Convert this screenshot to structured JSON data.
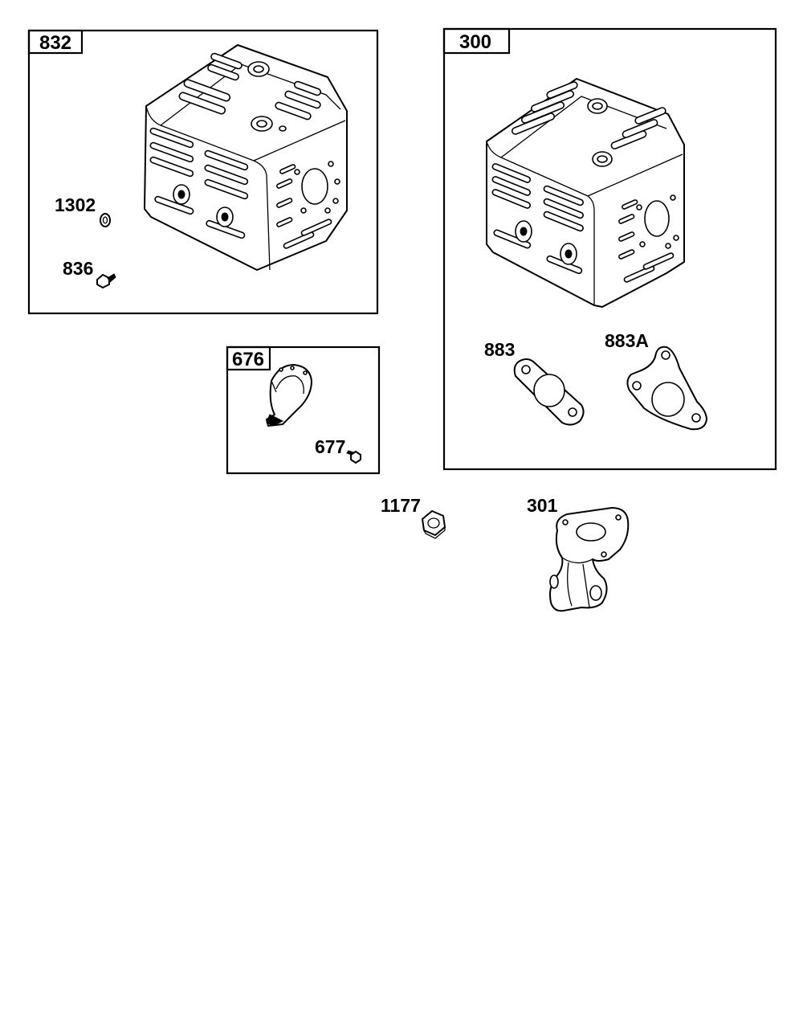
{
  "boxes": {
    "box_832": {
      "tag": "832",
      "callouts": {
        "washer": "1302",
        "bolt": "836"
      }
    },
    "box_300": {
      "tag": "300",
      "callouts": {
        "gasket": "883",
        "gasket_alt": "883A"
      }
    },
    "box_676": {
      "tag": "676",
      "callouts": {
        "screw": "677"
      }
    }
  },
  "loose_parts": {
    "nut": "1177",
    "exhaust_pipe": "301"
  }
}
